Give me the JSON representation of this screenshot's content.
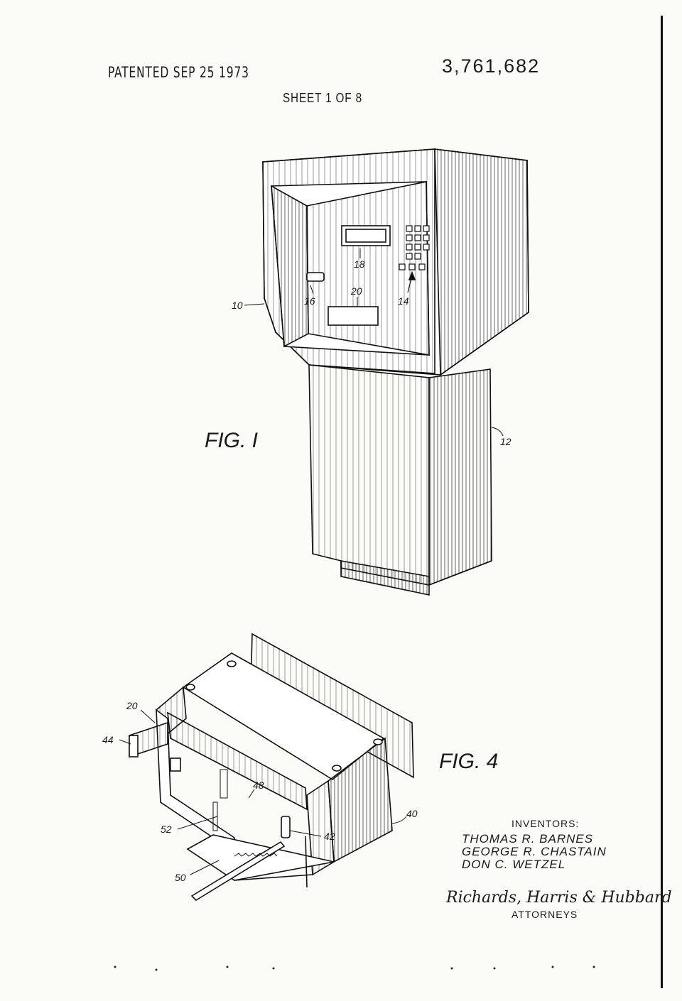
{
  "header": {
    "patented": "PATENTED SEP 25 1973",
    "patent_number": "3,761,682",
    "sheet": "SHEET 1 OF 8"
  },
  "figures": {
    "fig1": "FIG. I",
    "fig4": "FIG. 4"
  },
  "references": {
    "r10": "10",
    "r12": "12",
    "r14": "14",
    "r16": "16",
    "r18": "18",
    "r20a": "20",
    "r20b": "20",
    "r40": "40",
    "r42": "42",
    "r44": "44",
    "r48": "48",
    "r50": "50",
    "r52": "52"
  },
  "credits": {
    "inventors_label": "INVENTORS:",
    "inventor_1": "THOMAS R. BARNES",
    "inventor_2": "GEORGE R. CHASTAIN",
    "inventor_3": "DON C. WETZEL",
    "signature": "Richards, Harris & Hubbard",
    "attorneys_label": "ATTORNEYS"
  }
}
